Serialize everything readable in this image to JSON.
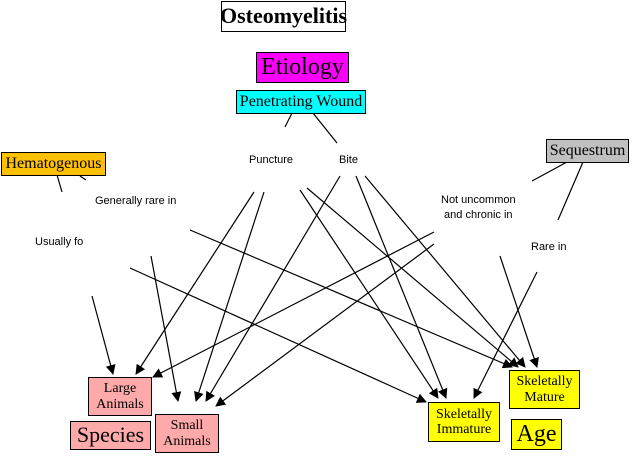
{
  "title": "Osteomyelitis",
  "etiology": {
    "label": "Etiology",
    "color": "#ff00ff"
  },
  "causes": [
    {
      "id": "penetrating",
      "label": "Penetrating Wound",
      "color": "#00ffff"
    },
    {
      "id": "hematogenous",
      "label": "Hematogenous",
      "color": "#ffc000"
    },
    {
      "id": "sequestrum",
      "label": "Sequestrum",
      "color": "#c0c0c0"
    }
  ],
  "sub_causes": [
    {
      "id": "puncture",
      "label": "Puncture"
    },
    {
      "id": "bite",
      "label": "Bite"
    }
  ],
  "relation_labels": [
    {
      "id": "generally-rare",
      "label": "Generally rare in"
    },
    {
      "id": "usually",
      "label": "Usually fo"
    },
    {
      "id": "not-uncommon",
      "label": "Not uncommon and chronic in",
      "line1": "Not uncommon",
      "line2": "and chronic in"
    },
    {
      "id": "rare-in",
      "label": "Rare in"
    }
  ],
  "species": {
    "label": "Species",
    "color": "#ffaaaa",
    "nodes": [
      {
        "id": "large",
        "line1": "Large",
        "line2": "Animals"
      },
      {
        "id": "small",
        "line1": "Small",
        "line2": "Animals"
      }
    ]
  },
  "age": {
    "label": "Age",
    "color": "#ffff00",
    "nodes": [
      {
        "id": "immature",
        "line1": "Skeletally",
        "line2": "Immature"
      },
      {
        "id": "mature",
        "line1": "Skeletally",
        "line2": "Mature"
      }
    ]
  }
}
